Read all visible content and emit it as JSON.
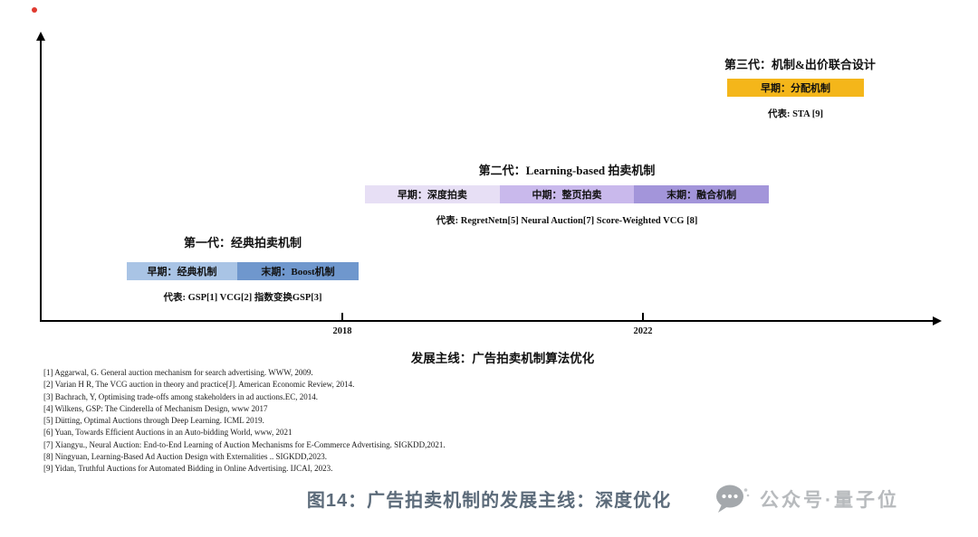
{
  "page": {
    "caption": "图14：广告拍卖机制的发展主线：深度优化",
    "watermark": "公众号·量子位"
  },
  "axis": {
    "xlabel": "发展主线：广告拍卖机制算法优化",
    "ticks": [
      "2018",
      "2022"
    ]
  },
  "generations": [
    {
      "title": "第一代：经典拍卖机制",
      "rep": "代表: GSP[1] VCG[2] 指数变换GSP[3]",
      "segments": [
        {
          "label": "早期：经典机制",
          "color": "#a9c4e5"
        },
        {
          "label": "末期：Boost机制",
          "color": "#6f97cd"
        }
      ]
    },
    {
      "title": "第二代：Learning-based 拍卖机制",
      "rep": "代表: RegretNetn[5] Neural Auction[7] Score-Weighted VCG [8]",
      "segments": [
        {
          "label": "早期：深度拍卖",
          "color": "#e7dff5"
        },
        {
          "label": "中期：整页拍卖",
          "color": "#c9b9ec"
        },
        {
          "label": "末期：融合机制",
          "color": "#a395da"
        }
      ]
    },
    {
      "title": "第三代：机制&出价联合设计",
      "rep": "代表: STA [9]",
      "segments": [
        {
          "label": "早期：分配机制",
          "color": "#f4b61a"
        }
      ]
    }
  ],
  "references": [
    "[1] Aggarwal, G. General auction mechanism for search advertising. WWW,  2009.",
    "[2] Varian H R, The VCG auction in theory and practice[J]. American Economic Review, 2014.",
    "[3] Bachrach, Y, Optimising trade-offs among stakeholders in ad auctions.EC, 2014.",
    "[4] Wilkens, GSP: The Cinderella of Mechanism Design, www 2017",
    "[5] Dütting, Optimal Auctions through Deep Learning. ICML 2019.",
    "[6] Yuan, Towards Efficient Auctions in an Auto-bidding World, www, 2021",
    "[7] Xiangyu., Neural Auction: End-to-End Learning of Auction Mechanisms for E-Commerce Advertising. SIGKDD,2021.",
    "[8] Ningyuan, Learning-Based Ad Auction Design with Externalities .. SIGKDD,2023.",
    "[9] Yidan, Truthful Auctions for Automated Bidding in Online Advertising. IJCAI,  2023."
  ]
}
